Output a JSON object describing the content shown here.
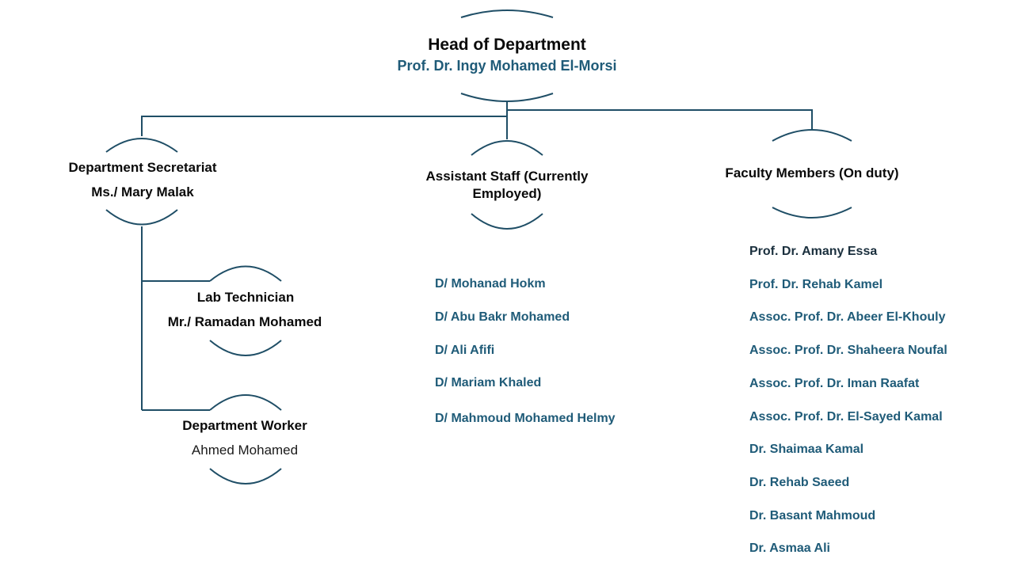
{
  "head": {
    "title": "Head of Department",
    "name": "Prof. Dr. Ingy Mohamed El-Morsi"
  },
  "secretariat": {
    "title": "Department Secretariat",
    "name": "Ms./ Mary Malak"
  },
  "assistant": {
    "title": "Assistant Staff (Currently Employed)",
    "members": [
      "D/ Mohanad Hokm",
      "D/ Abu Bakr Mohamed",
      "D/ Ali Afifi",
      "D/ Mariam Khaled",
      "D/ Mahmoud Mohamed Helmy"
    ]
  },
  "faculty": {
    "title": "Faculty Members (On duty)",
    "members": [
      "Prof. Dr. Amany Essa",
      "Prof. Dr. Rehab Kamel",
      "Assoc. Prof. Dr. Abeer El-Khouly",
      "Assoc. Prof. Dr. Shaheera Noufal",
      "Assoc. Prof. Dr. Iman Raafat",
      "Assoc. Prof. Dr. El-Sayed Kamal",
      "Dr. Shaimaa Kamal",
      "Dr. Rehab Saeed",
      "Dr. Basant Mahmoud",
      "Dr. Asmaa Ali"
    ]
  },
  "lab": {
    "title": "Lab Technician",
    "name": "Mr./ Ramadan Mohamed"
  },
  "worker": {
    "title": "Department Worker",
    "name": "Ahmed Mohamed"
  },
  "colors": {
    "line": "#1f4e66",
    "accent": "#1f5b78",
    "text": "#0a0a0a"
  }
}
